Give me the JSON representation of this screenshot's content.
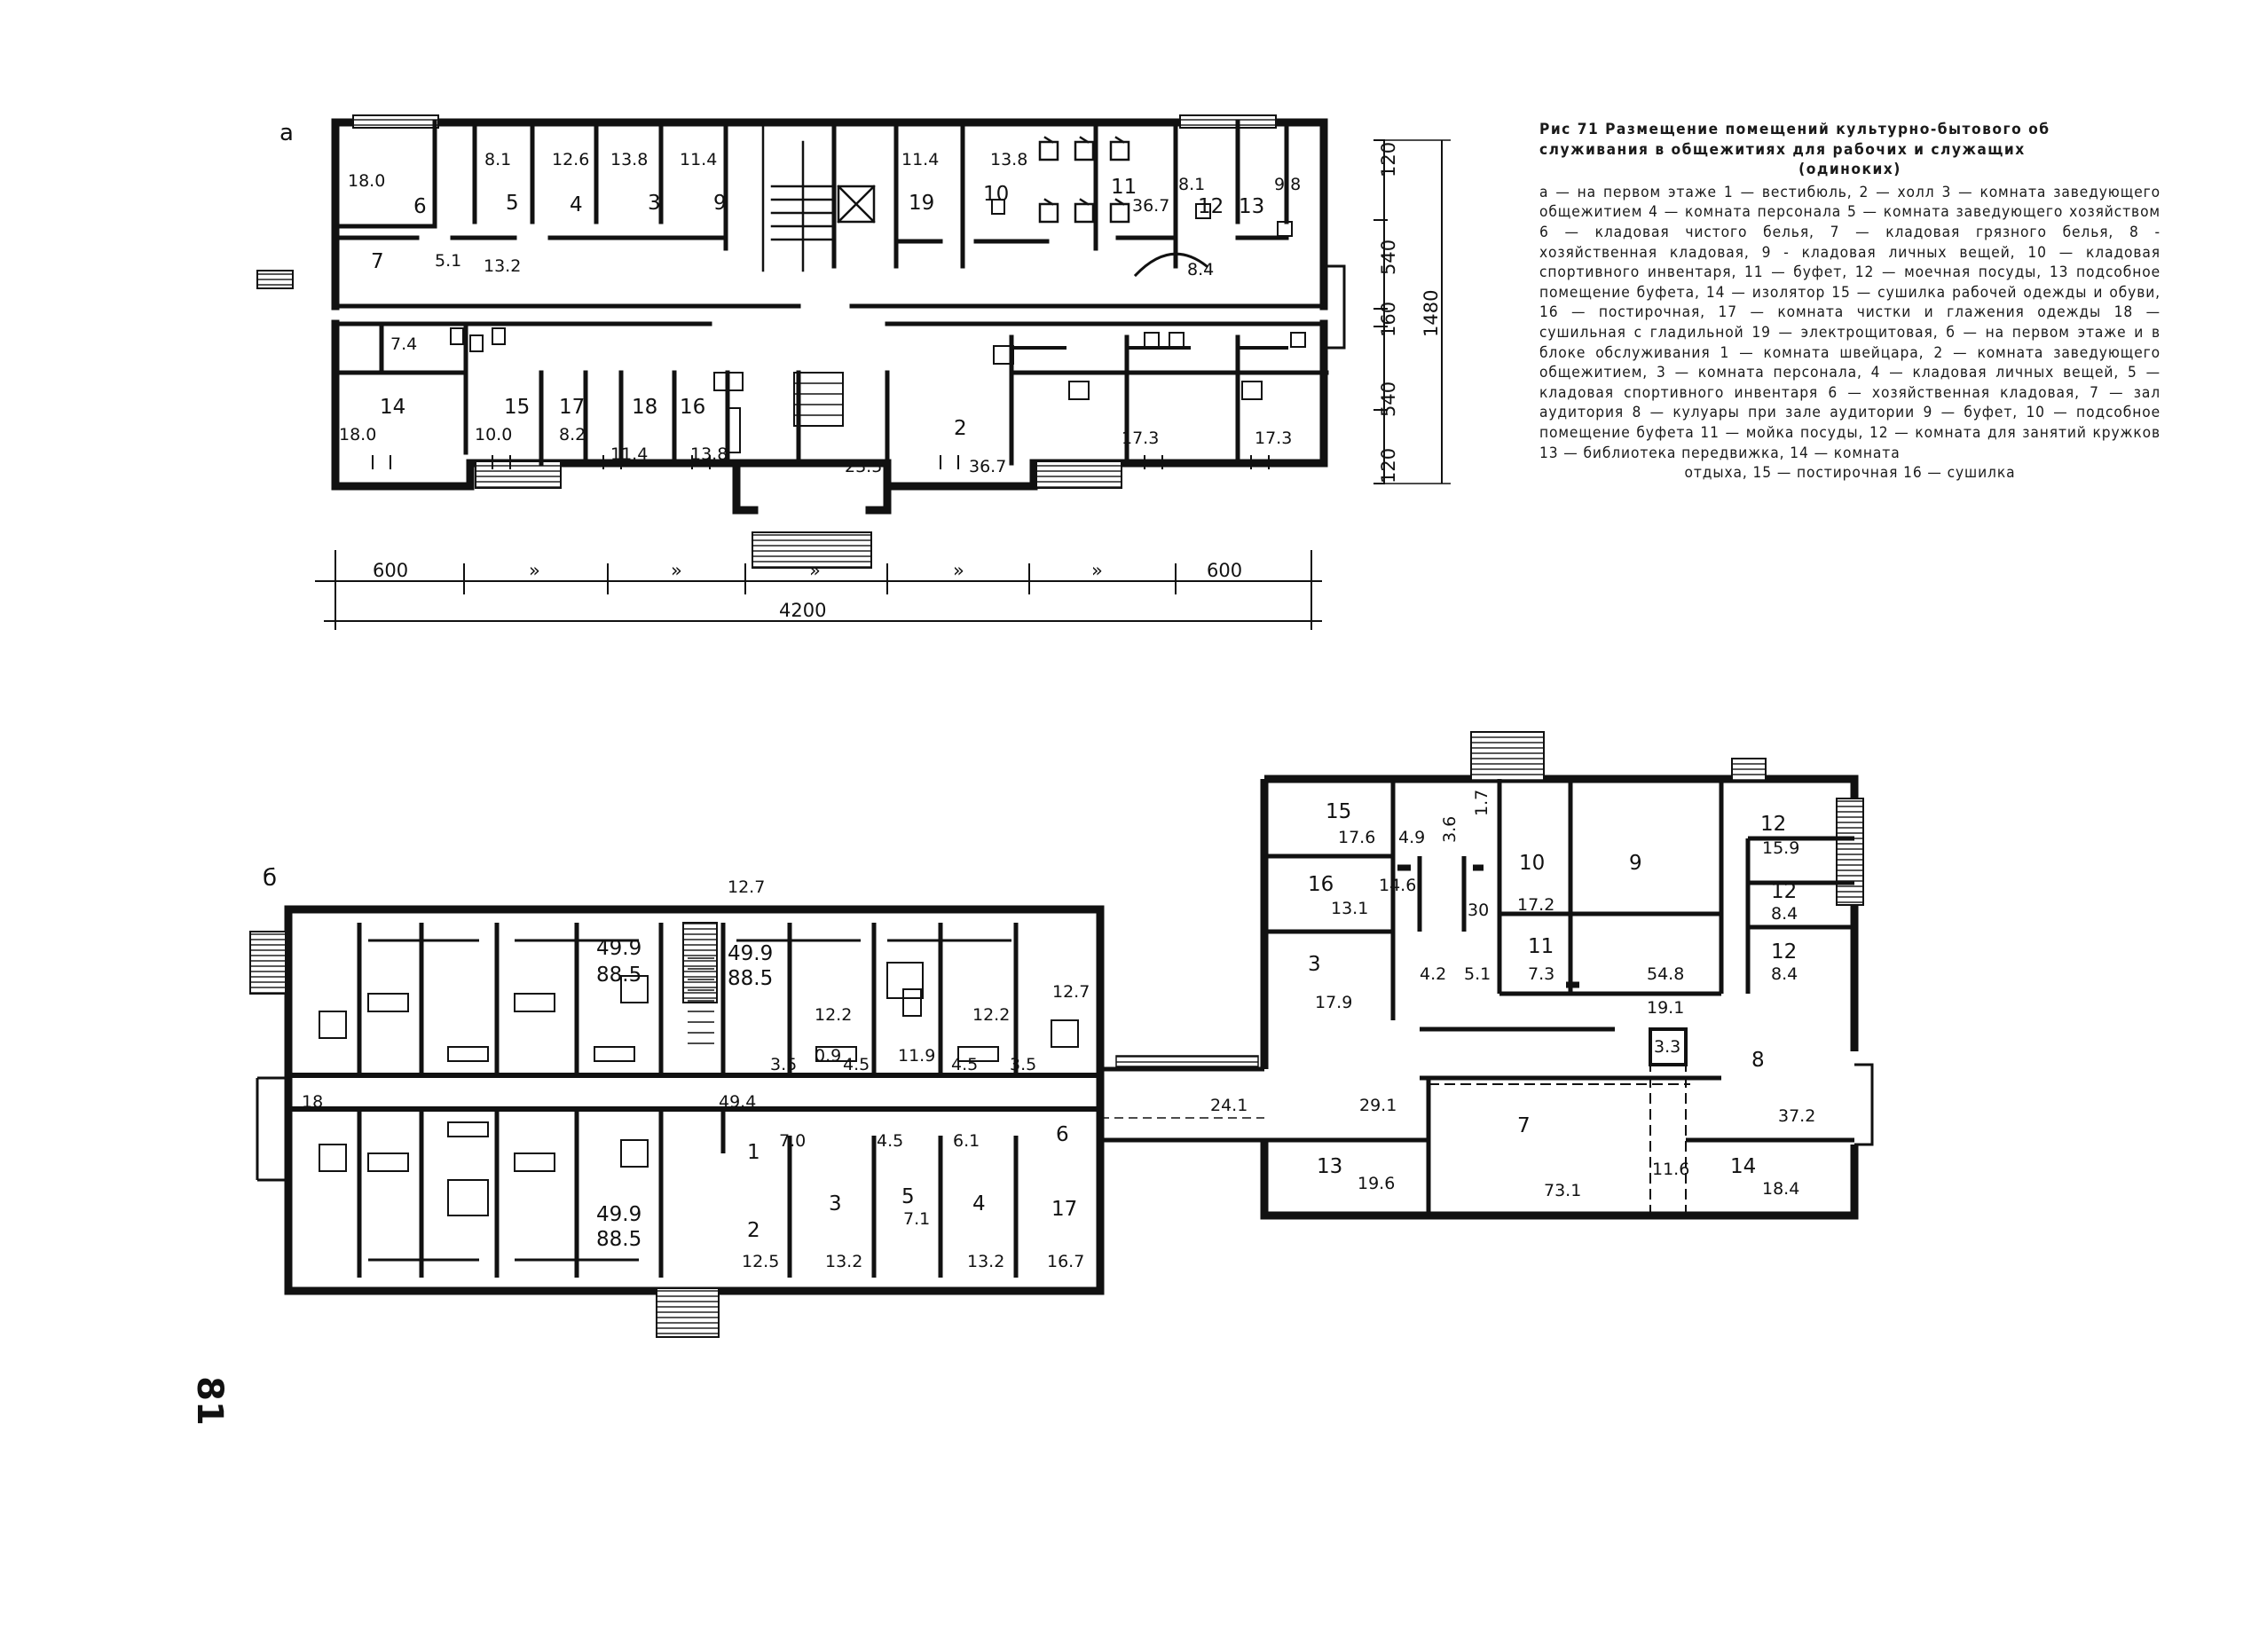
{
  "figure": {
    "title_line1": "Рис 71 Размещение помещений культурно-бытового об",
    "title_line2": "служивания в общежитиях для рабочих и служащих",
    "title_line3": "(одиноких)",
    "legend_a": "а — на первом этаже 1 — вестибюль, 2 — холл 3 — комната заведующего общежитием 4 — комната персонала 5 — комната заведующего хозяйством 6 — кладовая чистого белья, 7 — кладовая грязного белья, 8 - хозяйственная кладовая, 9 - кладовая личных вещей, 10 — кладовая спортивного инвентаря, 11 — буфет, 12 — моечная посуды, 13 подсобное помещение буфета, 14 — изолятор 15 — сушилка рабочей одежды и обуви, 16 — постирочная, 17 — комната чистки и глажения одежды 18 — сушильная с гладильной 19 — электрощитовая, б — на первом этаже и в блоке обслуживания 1 — комната швейцара, 2 — комната заведующего общежитием, 3 — комната персонала, 4 — кладовая личных вещей, 5 — кладовая спортивного инвентаря 6 — хозяйственная кладовая, 7 — зал аудитория 8 — кулуары при зале аудитории 9 — буфет, 10 — подсобное помещение буфета 11 — мойка посуды, 12 — комната для занятий кружков 13 — библиотека передвижка, 14 — комната",
    "legend_end": "отдыха, 15 — постирочная 16 — сушилка"
  },
  "page_number": "81",
  "plan_a": {
    "letter": "а",
    "rooms": [
      {
        "no": "6",
        "area": "18.0"
      },
      {
        "no": "5",
        "area": "8.1"
      },
      {
        "no": "4",
        "area": "12.6"
      },
      {
        "no": "3",
        "area": "13.8"
      },
      {
        "no": "9",
        "area": "11.4"
      },
      {
        "no": "19",
        "area": "11.4"
      },
      {
        "no": "10",
        "area": "13.8"
      },
      {
        "no": "11",
        "area": "36.7"
      },
      {
        "no": "12",
        "area": "8.1"
      },
      {
        "no": "13",
        "area": "9.8"
      },
      {
        "no": "7",
        "area": "5.1"
      },
      {
        "no": "",
        "area": "13.2"
      },
      {
        "no": "",
        "area": "8.4"
      },
      {
        "no": "",
        "area": "7.4"
      },
      {
        "no": "14",
        "area": "18.0"
      },
      {
        "no": "15",
        "area": "10.0"
      },
      {
        "no": "17",
        "area": "8.2"
      },
      {
        "no": "18",
        "area": "11.4"
      },
      {
        "no": "16",
        "area": "13.8"
      },
      {
        "no": "",
        "area": "23.5"
      },
      {
        "no": "2",
        "area": "36.7"
      },
      {
        "no": "",
        "area": "17.3"
      },
      {
        "no": "",
        "area": "17.3"
      }
    ],
    "dim_horizontal": [
      "600",
      "»",
      "»",
      "»",
      "»",
      "»",
      "600"
    ],
    "dim_total": "4200",
    "dim_vertical": [
      "120",
      "540",
      "160",
      "540",
      "120"
    ],
    "dim_vertical_total": "1480"
  },
  "plan_b": {
    "letter": "б",
    "labels": [
      "12.7",
      "49.9",
      "88.5",
      "49.9",
      "88.5",
      "12.2",
      "12.2",
      "12.7",
      "11.9",
      "3.5",
      "0.9",
      "4.5",
      "4.5",
      "3.5",
      "49.4",
      "18",
      "1",
      "7.0",
      "4.5",
      "6.1",
      "6",
      "49.9",
      "88.5",
      "2",
      "12.5",
      "3",
      "13.2",
      "5",
      "7.1",
      "4",
      "13.2",
      "17",
      "16.7"
    ],
    "service_block": [
      "15",
      "17.6",
      "4.9",
      "3.6",
      "1.7",
      "10",
      "17.2",
      "9",
      "12",
      "15.9",
      "16",
      "13.1",
      "14.6",
      "30",
      "12",
      "8.4",
      "3",
      "17.9",
      "4.2",
      "5.1",
      "11",
      "7.3",
      "54.8",
      "12",
      "8.4",
      "19.1",
      "3.3",
      "8",
      "24.1",
      "29.1",
      "7",
      "37.2",
      "13",
      "19.6",
      "73.1",
      "11.6",
      "14",
      "18.4"
    ]
  }
}
